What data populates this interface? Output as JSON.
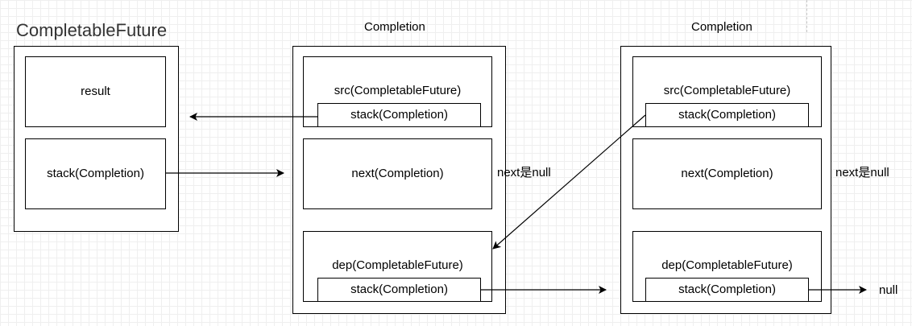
{
  "titles": {
    "future": "CompletableFuture",
    "completion_1": "Completion",
    "completion_2": "Completion"
  },
  "future": {
    "result": "result",
    "stack": "stack(Completion)"
  },
  "completion_1": {
    "src": "src(CompletableFuture)",
    "src_stack": "stack(Completion)",
    "next": "next(Completion)",
    "dep": "dep(CompletableFuture)",
    "dep_stack": "stack(Completion)",
    "next_note": "next是null"
  },
  "completion_2": {
    "src": "src(CompletableFuture)",
    "src_stack": "stack(Completion)",
    "next": "next(Completion)",
    "dep": "dep(CompletableFuture)",
    "dep_stack": "stack(Completion)",
    "next_note": "next是null"
  },
  "terminal": "null"
}
